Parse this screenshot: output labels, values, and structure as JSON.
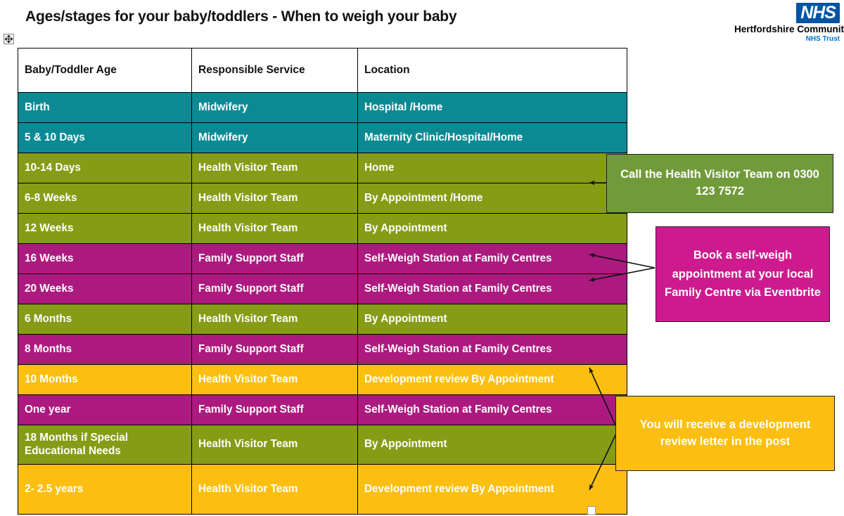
{
  "page": {
    "title": "Ages/stages for your baby/toddlers - When to weigh your baby"
  },
  "logo": {
    "badge": "NHS",
    "trust_name": "Hertfordshire Community",
    "sub": "NHS Trust"
  },
  "colors": {
    "teal": "#0c8a94",
    "green": "#869c16",
    "magenta": "#ac1a7f",
    "amber": "#fcbf11",
    "callout_green": "#719b3a",
    "callout_magenta": "#cd1a8f",
    "callout_amber": "#fcbf11",
    "nhs_blue": "#0054a4",
    "nhs_light_blue": "#0072c6",
    "border": "#000000",
    "text_on_fill": "#ffffff"
  },
  "table": {
    "columns": [
      "Baby/Toddler Age",
      "Responsible Service",
      "Location"
    ],
    "rows": [
      {
        "age": "Birth",
        "service": "Midwifery",
        "location": "Hospital /Home",
        "fill": "teal",
        "size": "normal"
      },
      {
        "age": "5 & 10 Days",
        "service": "Midwifery",
        "location": "Maternity Clinic/Hospital/Home",
        "fill": "teal",
        "size": "normal"
      },
      {
        "age": "10-14 Days",
        "service": "Health Visitor Team",
        "location": "Home",
        "fill": "green",
        "size": "normal"
      },
      {
        "age": "6-8 Weeks",
        "service": "Health Visitor Team",
        "location": "By Appointment /Home",
        "fill": "green",
        "size": "normal"
      },
      {
        "age": "12 Weeks",
        "service": "Health Visitor Team",
        "location": "By Appointment",
        "fill": "green",
        "size": "normal"
      },
      {
        "age": "16 Weeks",
        "service": "Family Support Staff",
        "location": "Self-Weigh Station at Family Centres",
        "fill": "magenta",
        "size": "normal"
      },
      {
        "age": "20 Weeks",
        "service": "Family Support Staff",
        "location": "Self-Weigh Station at Family Centres",
        "fill": "magenta",
        "size": "normal"
      },
      {
        "age": "6 Months",
        "service": "Health Visitor Team",
        "location": "By Appointment",
        "fill": "green",
        "size": "normal"
      },
      {
        "age": "8 Months",
        "service": "Family Support Staff",
        "location": "Self-Weigh Station at Family Centres",
        "fill": "magenta",
        "size": "normal"
      },
      {
        "age": "10 Months",
        "service": "Health Visitor Team",
        "location": "Development review By Appointment",
        "fill": "amber",
        "size": "normal"
      },
      {
        "age": "One year",
        "service": "Family Support Staff",
        "location": "Self-Weigh Station at Family Centres",
        "fill": "magenta",
        "size": "normal"
      },
      {
        "age": "18 Months if Special Educational Needs",
        "service": "Health Visitor Team",
        "location": "By Appointment",
        "fill": "green",
        "size": "tall"
      },
      {
        "age": "2- 2.5 years",
        "service": "Health Visitor Team",
        "location": "Development review By Appointment",
        "fill": "amber",
        "size": "xtall"
      }
    ]
  },
  "callouts": [
    {
      "id": "callout-hv",
      "text": "Call the Health Visitor Team on 0300 123 7572",
      "fill": "callout_green"
    },
    {
      "id": "callout-selfweigh",
      "text": "Book a self-weigh appointment at your local Family Centre via Eventbrite",
      "fill": "callout_magenta"
    },
    {
      "id": "callout-devreview",
      "text": "You will receive a development review letter in the post",
      "fill": "callout_amber"
    }
  ],
  "handles": {
    "move": "move-handle-icon",
    "resize": "resize-handle-icon"
  }
}
